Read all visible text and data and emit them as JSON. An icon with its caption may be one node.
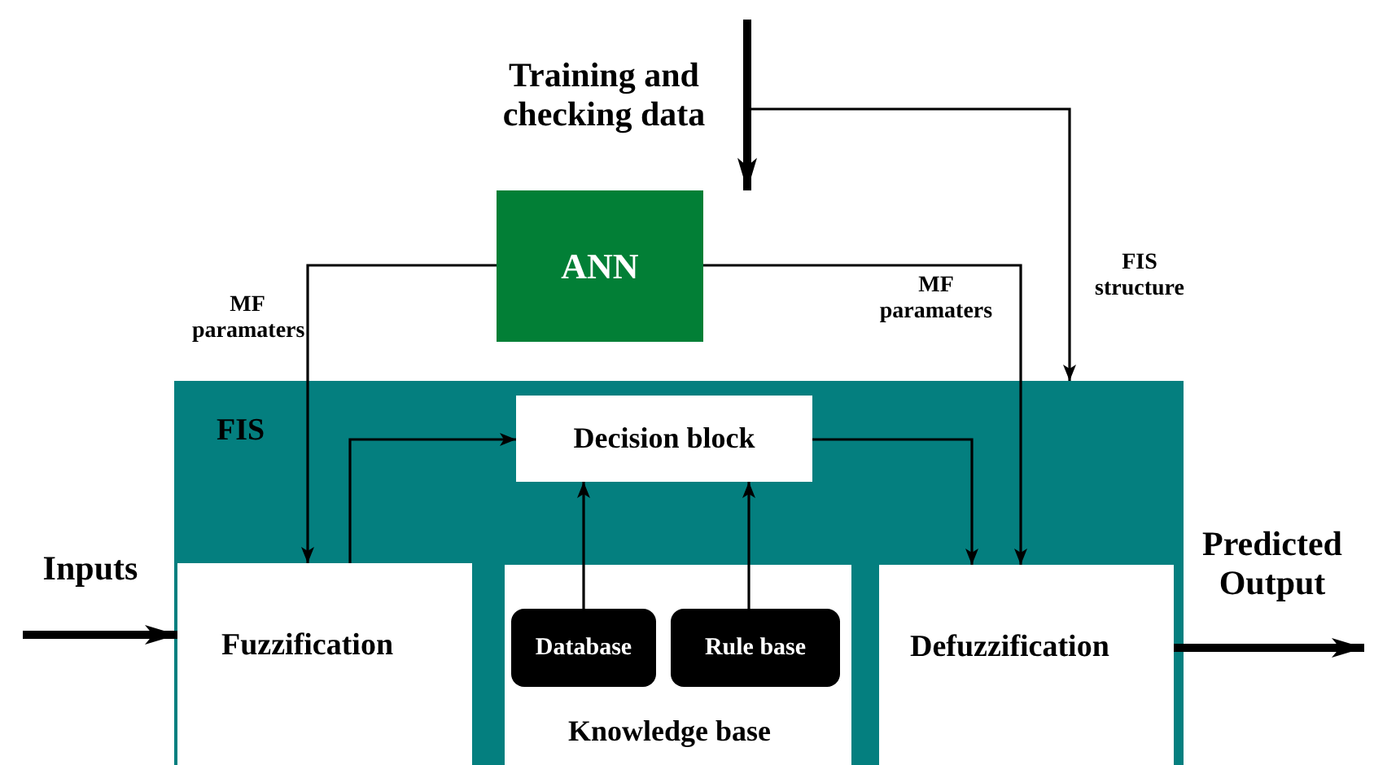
{
  "diagram": {
    "nodes": [
      {
        "text": [
          "ANN"
        ]
      },
      {
        "text": [
          "FIS"
        ]
      },
      {
        "text": [
          "Decision block"
        ],
        "in": 1
      },
      {
        "text": [
          "Fuzzification"
        ],
        "in": 1
      },
      {
        "text": [
          "Knowledge base"
        ],
        "in": 1
      },
      {
        "text": [
          "Database"
        ],
        "in": 4
      },
      {
        "text": [
          "Rule base"
        ],
        "in": 4
      },
      {
        "text": [
          "Defuzzification"
        ],
        "in": 1
      }
    ],
    "edges": [
      {
        "from": null,
        "to": 0,
        "arrow": "to",
        "label": "Training and checking data",
        "style": "thick"
      },
      {
        "from": null,
        "to": 1,
        "arrow": "to",
        "label": "FIS structure"
      },
      {
        "from": 0,
        "to": 3,
        "arrow": "to",
        "label": "MF paramaters"
      },
      {
        "from": 0,
        "to": 7,
        "arrow": "to",
        "label": "MF paramaters"
      },
      {
        "from": 3,
        "to": 2,
        "arrow": "to"
      },
      {
        "from": 5,
        "to": 2,
        "arrow": "to"
      },
      {
        "from": 6,
        "to": 2,
        "arrow": "to"
      },
      {
        "from": 2,
        "to": 7,
        "arrow": "to"
      },
      {
        "from": null,
        "to": 3,
        "arrow": "to",
        "label": "Inputs",
        "style": "thick"
      },
      {
        "from": 7,
        "to": null,
        "arrow": "to",
        "label": "Predicted Output",
        "style": "thick"
      }
    ]
  }
}
